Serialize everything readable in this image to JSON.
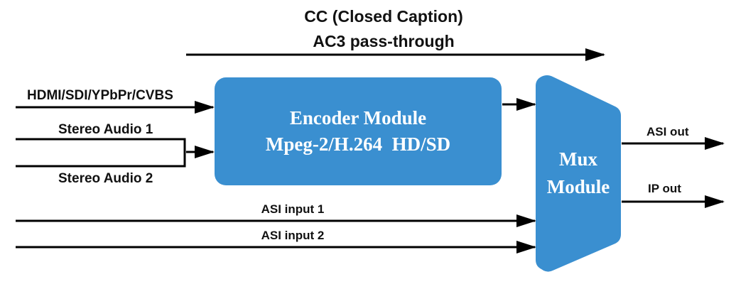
{
  "colors": {
    "block_fill": "#3a8fd0",
    "line": "#000000",
    "block_text": "#ffffff",
    "label_text": "#111111"
  },
  "top_label": {
    "line1": "CC (Closed Caption)",
    "line2": "AC3 pass-through"
  },
  "inputs": {
    "video": "HDMI/SDI/YPbPr/CVBS",
    "audio1": "Stereo Audio 1",
    "audio2": "Stereo Audio 2",
    "asi1": "ASI input 1",
    "asi2": "ASI input 2"
  },
  "encoder": {
    "title": "Encoder Module",
    "subtitle": "Mpeg-2/H.264  HD/SD"
  },
  "mux": {
    "line1": "Mux",
    "line2": "Module"
  },
  "outputs": {
    "asi": "ASI out",
    "ip": "IP out"
  }
}
